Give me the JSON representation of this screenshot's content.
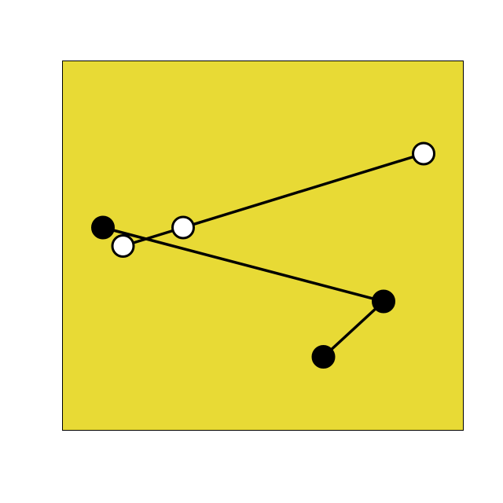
{
  "chart_data": {
    "type": "scatter",
    "title": "",
    "xlabel": "",
    "ylabel": "",
    "xlim": [
      0,
      10
    ],
    "ylim": [
      0,
      10
    ],
    "grid": false,
    "legend": "none",
    "background_color": "#E8DA35",
    "line_color": "#000000",
    "series": [
      {
        "marker": "filled-circle",
        "marker_fill": "#000000",
        "x": [
          6.5,
          8.0,
          1.0
        ],
        "y": [
          2.0,
          3.5,
          5.5
        ]
      },
      {
        "marker": "open-circle",
        "marker_fill": "#FFFFFF",
        "x": [
          1.5,
          3.0,
          9.0
        ],
        "y": [
          5.0,
          5.5,
          7.5
        ]
      }
    ]
  }
}
